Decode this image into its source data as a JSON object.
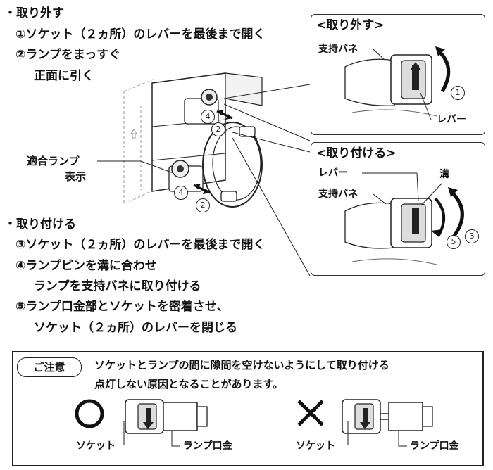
{
  "removal": {
    "heading": "・取り外す",
    "step1": "①ソケット（２ヵ所）のレバーを最後まで開く",
    "step2a": "②ランプをまっすぐ",
    "step2b": "正面に引く"
  },
  "install": {
    "heading": "・取り付ける",
    "step3": "③ソケット（２ヵ所）のレバーを最後まで開く",
    "step4a": "④ランプピンを溝に合わせ",
    "step4b": "ランプを支持バネに取り付ける",
    "step5a": "⑤ランプ口金部とソケットを密着させ、",
    "step5b": "ソケット（２ヵ所）のレバーを閉じる"
  },
  "main_figure": {
    "lamp_label_line1": "適合ランプ",
    "lamp_label_line2": "表示",
    "marker_4_top": "4",
    "marker_2_top": "2",
    "marker_4_bottom": "4",
    "marker_2_bottom": "2"
  },
  "panel_remove": {
    "title": "<取り外す>",
    "spring_label": "支持バネ",
    "lever_label": "レバー",
    "marker_1": "1"
  },
  "panel_install": {
    "title": "<取り付ける>",
    "lever_label": "レバー",
    "groove_label": "溝",
    "spring_label": "支持バネ",
    "marker_5": "5",
    "marker_3": "3"
  },
  "caution": {
    "badge": "ご注意",
    "line1": "ソケットとランプの間に隙間を空けないようにして取り付ける",
    "line2": "点灯しない原因となることがあります。",
    "good_socket_label": "ソケット",
    "good_base_label": "ランプ口金",
    "bad_socket_label": "ソケット",
    "bad_base_label": "ランプ口金"
  }
}
